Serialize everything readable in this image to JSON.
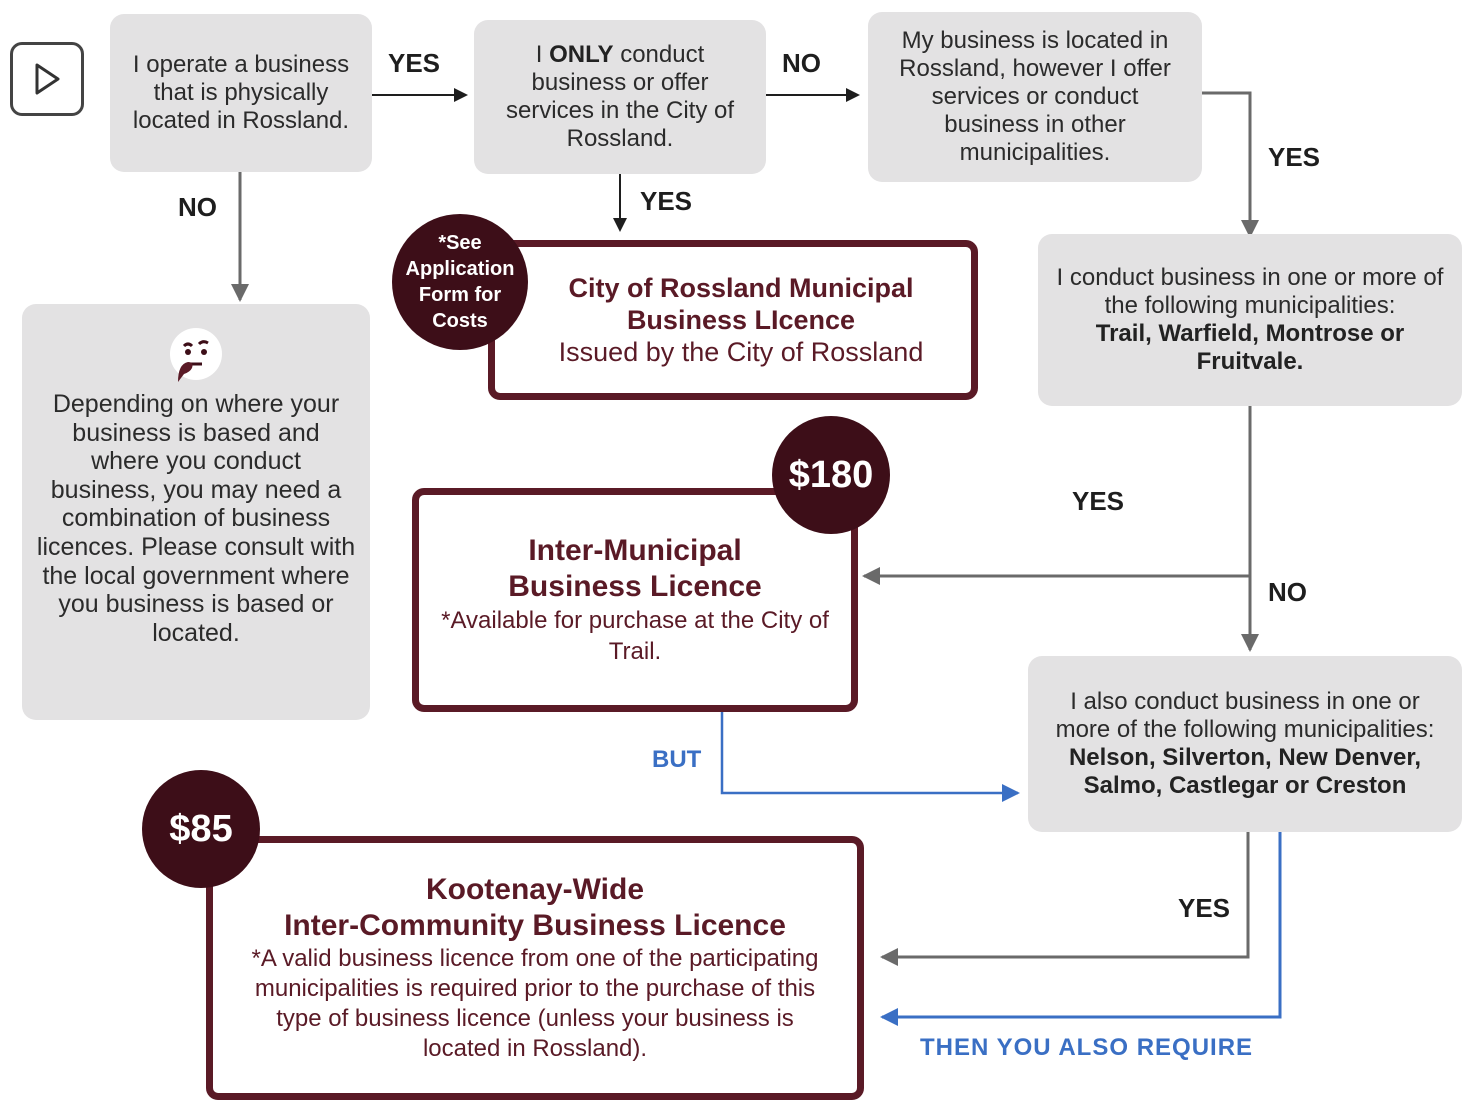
{
  "start_button": {
    "icon": "play-icon"
  },
  "boxes": {
    "q1": "I operate a business that is physically located in Rossland.",
    "q2_a": "I ",
    "q2_b": "ONLY",
    "q2_c": " conduct business or offer services in the City of Rossland.",
    "q3": "My business is located in Rossland, however I offer services or conduct business in other municipalities.",
    "q4_text": "I conduct business in one or more of the following municipalities:",
    "q4_list": "Trail, Warfield, Montrose or Fruitvale.",
    "q5_text": "I also conduct business in one or more of the following municipalities:",
    "q5_list": "Nelson, Silverton, New Denver, Salmo, Castlegar or Creston",
    "info_icon": "thinking-face-icon",
    "info": "Depending on where your business is based and where you conduct business, you may need a combination of business licences. Please consult with the local government where you business is based or located."
  },
  "licences": {
    "rossland_title": "City of Rossland Municipal Business LIcence",
    "rossland_sub": "Issued by the City of Rossland",
    "rossland_badge": "*See Application Form for Costs",
    "inter_title": "Inter-Municipal Business Licence",
    "inter_sub": "*Available for purchase at the City of Trail.",
    "inter_price": "$180",
    "kootenay_title1": "Kootenay-Wide",
    "kootenay_title2": "Inter-Community Business Licence",
    "kootenay_sub": "*A valid business licence from one of the participating municipalities is required prior to the purchase of this type of business licence (unless your business is located in Rossland).",
    "kootenay_price": "$85"
  },
  "labels": {
    "yes": "YES",
    "no": "NO",
    "but": "BUT",
    "then": "THEN YOU ALSO REQUIRE"
  },
  "colors": {
    "brand": "#5a1a26",
    "badge": "#3d0e18",
    "box": "#e3e2e3",
    "blue": "#3a6fc4",
    "line": "#666666"
  }
}
